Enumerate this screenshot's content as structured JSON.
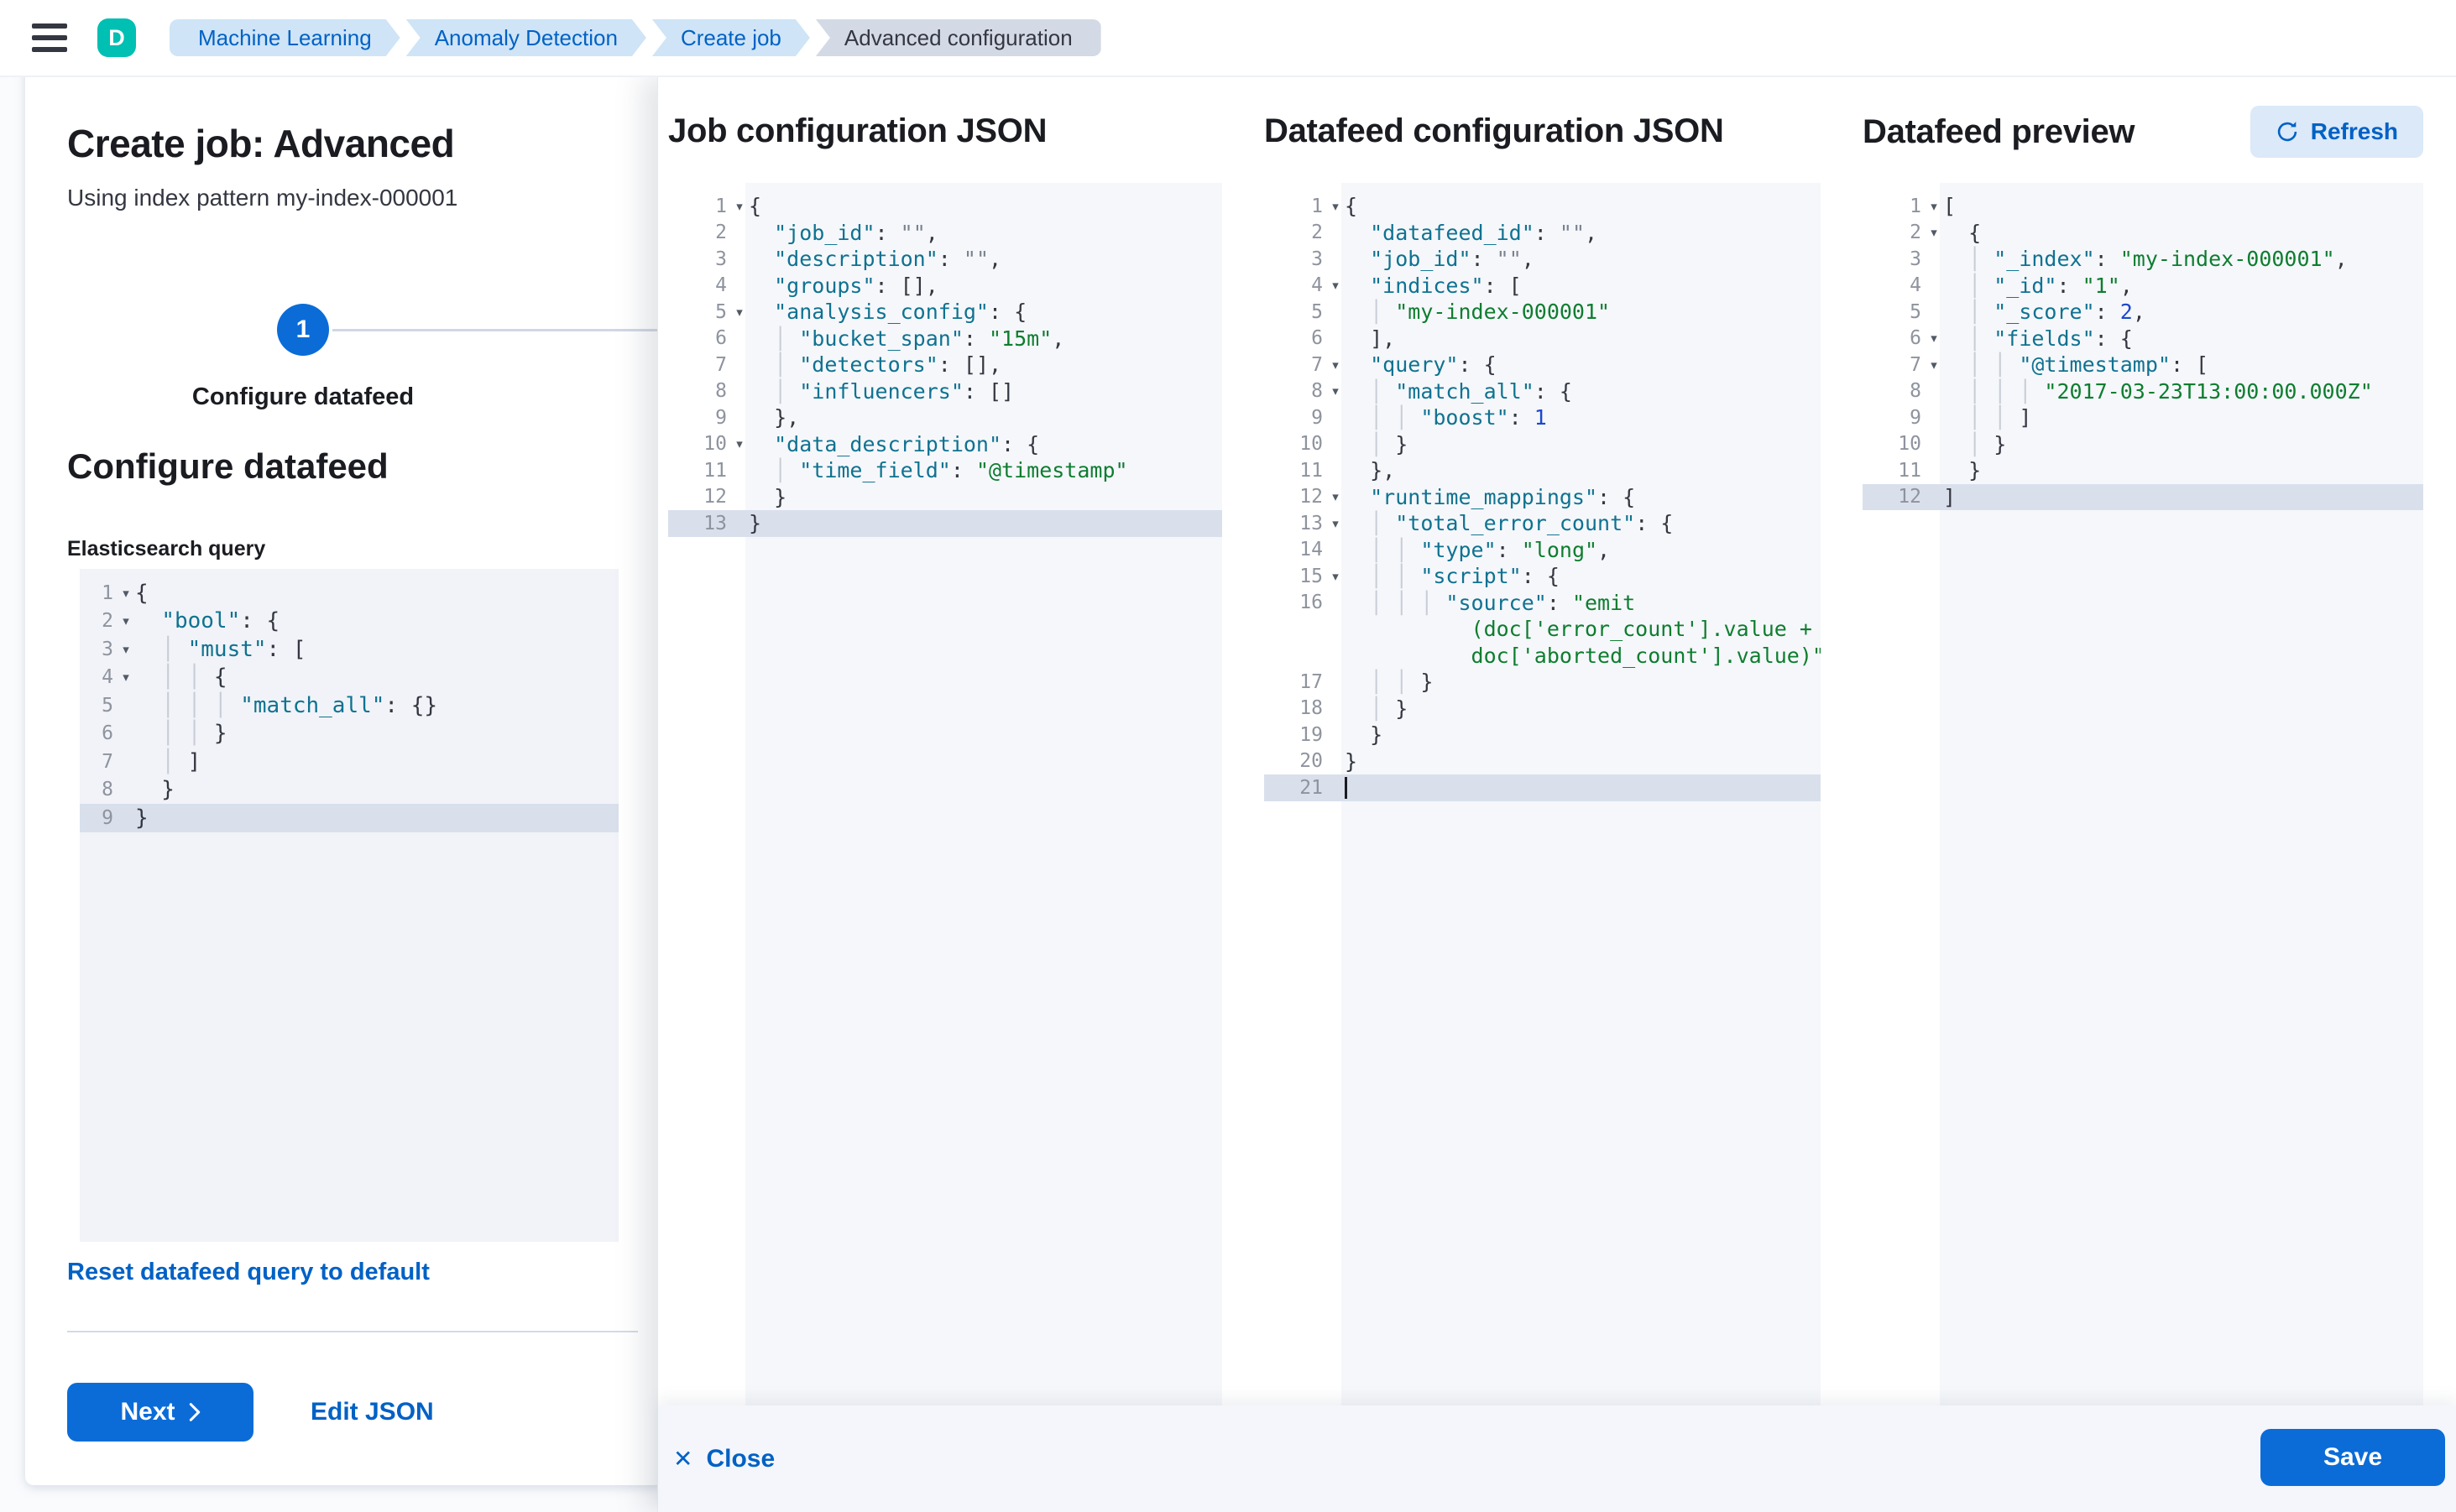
{
  "colors": {
    "primary_button": "#0b6cd8",
    "link": "#0061c5",
    "logo_badge": "#00bfb3",
    "breadcrumb_bg": "#cfe4f6",
    "breadcrumb_text": "#0061c5",
    "breadcrumb_current_bg": "#d3dae6",
    "breadcrumb_current_text": "#343741",
    "editor_bg": "#f5f7fa",
    "active_line_bg": "#d9e0ec",
    "token_key": "#0f7291",
    "token_string": "#0e7d30",
    "token_number": "#1c47cf",
    "token_empty_string": "#7a8190",
    "token_punctuation": "#343741",
    "indent_guide": "#c7ccd6",
    "line_number": "#8e939e",
    "step_circle": "#0b6cd8"
  },
  "icons": {
    "menu": "hamburger-icon",
    "refresh": "refresh-icon",
    "close": "close-icon",
    "next": "chevron-right-icon"
  },
  "header": {
    "logo_letter": "D",
    "breadcrumbs": [
      {
        "label": "Machine Learning",
        "current": false
      },
      {
        "label": "Anomaly Detection",
        "current": false
      },
      {
        "label": "Create job",
        "current": false
      },
      {
        "label": "Advanced configuration",
        "current": true
      }
    ]
  },
  "page": {
    "title": "Create job: Advanced",
    "subtitle": "Using index pattern my-index-000001",
    "step_number": "1",
    "step_label": "Configure datafeed",
    "section_heading": "Configure datafeed",
    "reset_link": "Reset datafeed query to default",
    "next_button": "Next",
    "edit_json_link": "Edit JSON"
  },
  "footer": {
    "close_label": "Close",
    "save_label": "Save"
  },
  "editors": {
    "es_query": {
      "label": "Elasticsearch query",
      "lines": [
        {
          "n": "1",
          "fold": 1,
          "seg": [
            [
              "p",
              "{"
            ]
          ]
        },
        {
          "n": "2",
          "fold": 1,
          "seg": [
            [
              "p",
              "  "
            ],
            [
              "k",
              "\"bool\""
            ],
            [
              "p",
              ": {"
            ]
          ]
        },
        {
          "n": "3",
          "fold": 1,
          "seg": [
            [
              "g",
              "  │ "
            ],
            [
              "k",
              "\"must\""
            ],
            [
              "p",
              ": ["
            ]
          ]
        },
        {
          "n": "4",
          "fold": 1,
          "seg": [
            [
              "g",
              "  │ │ "
            ],
            [
              "p",
              "{"
            ]
          ]
        },
        {
          "n": "5",
          "seg": [
            [
              "g",
              "  │ │ │ "
            ],
            [
              "k",
              "\"match_all\""
            ],
            [
              "p",
              ": {}"
            ]
          ]
        },
        {
          "n": "6",
          "seg": [
            [
              "g",
              "  │ │ "
            ],
            [
              "p",
              "}"
            ]
          ]
        },
        {
          "n": "7",
          "seg": [
            [
              "g",
              "  │ "
            ],
            [
              "p",
              "]"
            ]
          ]
        },
        {
          "n": "8",
          "seg": [
            [
              "p",
              "  }"
            ]
          ]
        },
        {
          "n": "9",
          "active": 1,
          "seg": [
            [
              "p",
              "}"
            ]
          ]
        }
      ]
    },
    "job_config": {
      "title": "Job configuration JSON",
      "lines": [
        {
          "n": "1",
          "fold": 1,
          "seg": [
            [
              "p",
              "{"
            ]
          ]
        },
        {
          "n": "2",
          "seg": [
            [
              "p",
              "  "
            ],
            [
              "k",
              "\"job_id\""
            ],
            [
              "p",
              ": "
            ],
            [
              "e",
              "\"\""
            ],
            [
              "p",
              ","
            ]
          ]
        },
        {
          "n": "3",
          "seg": [
            [
              "p",
              "  "
            ],
            [
              "k",
              "\"description\""
            ],
            [
              "p",
              ": "
            ],
            [
              "e",
              "\"\""
            ],
            [
              "p",
              ","
            ]
          ]
        },
        {
          "n": "4",
          "seg": [
            [
              "p",
              "  "
            ],
            [
              "k",
              "\"groups\""
            ],
            [
              "p",
              ": [],"
            ]
          ]
        },
        {
          "n": "5",
          "fold": 1,
          "seg": [
            [
              "p",
              "  "
            ],
            [
              "k",
              "\"analysis_config\""
            ],
            [
              "p",
              ": {"
            ]
          ]
        },
        {
          "n": "6",
          "seg": [
            [
              "g",
              "  │ "
            ],
            [
              "k",
              "\"bucket_span\""
            ],
            [
              "p",
              ": "
            ],
            [
              "s",
              "\"15m\""
            ],
            [
              "p",
              ","
            ]
          ]
        },
        {
          "n": "7",
          "seg": [
            [
              "g",
              "  │ "
            ],
            [
              "k",
              "\"detectors\""
            ],
            [
              "p",
              ": [],"
            ]
          ]
        },
        {
          "n": "8",
          "seg": [
            [
              "g",
              "  │ "
            ],
            [
              "k",
              "\"influencers\""
            ],
            [
              "p",
              ": []"
            ]
          ]
        },
        {
          "n": "9",
          "seg": [
            [
              "p",
              "  },"
            ]
          ]
        },
        {
          "n": "10",
          "fold": 1,
          "seg": [
            [
              "p",
              "  "
            ],
            [
              "k",
              "\"data_description\""
            ],
            [
              "p",
              ": {"
            ]
          ]
        },
        {
          "n": "11",
          "seg": [
            [
              "g",
              "  │ "
            ],
            [
              "k",
              "\"time_field\""
            ],
            [
              "p",
              ": "
            ],
            [
              "s",
              "\"@timestamp\""
            ]
          ]
        },
        {
          "n": "12",
          "seg": [
            [
              "p",
              "  }"
            ]
          ]
        },
        {
          "n": "13",
          "active": 1,
          "seg": [
            [
              "p",
              "}"
            ]
          ]
        }
      ]
    },
    "datafeed_config": {
      "title": "Datafeed configuration JSON",
      "lines": [
        {
          "n": "1",
          "fold": 1,
          "seg": [
            [
              "p",
              "{"
            ]
          ]
        },
        {
          "n": "2",
          "seg": [
            [
              "p",
              "  "
            ],
            [
              "k",
              "\"datafeed_id\""
            ],
            [
              "p",
              ": "
            ],
            [
              "e",
              "\"\""
            ],
            [
              "p",
              ","
            ]
          ]
        },
        {
          "n": "3",
          "seg": [
            [
              "p",
              "  "
            ],
            [
              "k",
              "\"job_id\""
            ],
            [
              "p",
              ": "
            ],
            [
              "e",
              "\"\""
            ],
            [
              "p",
              ","
            ]
          ]
        },
        {
          "n": "4",
          "fold": 1,
          "seg": [
            [
              "p",
              "  "
            ],
            [
              "k",
              "\"indices\""
            ],
            [
              "p",
              ": ["
            ]
          ]
        },
        {
          "n": "5",
          "seg": [
            [
              "g",
              "  │ "
            ],
            [
              "s",
              "\"my-index-000001\""
            ]
          ]
        },
        {
          "n": "6",
          "seg": [
            [
              "p",
              "  ],"
            ]
          ]
        },
        {
          "n": "7",
          "fold": 1,
          "seg": [
            [
              "p",
              "  "
            ],
            [
              "k",
              "\"query\""
            ],
            [
              "p",
              ": {"
            ]
          ]
        },
        {
          "n": "8",
          "fold": 1,
          "seg": [
            [
              "g",
              "  │ "
            ],
            [
              "k",
              "\"match_all\""
            ],
            [
              "p",
              ": {"
            ]
          ]
        },
        {
          "n": "9",
          "seg": [
            [
              "g",
              "  │ │ "
            ],
            [
              "k",
              "\"boost\""
            ],
            [
              "p",
              ": "
            ],
            [
              "n",
              "1"
            ]
          ]
        },
        {
          "n": "10",
          "seg": [
            [
              "g",
              "  │ "
            ],
            [
              "p",
              "}"
            ]
          ]
        },
        {
          "n": "11",
          "seg": [
            [
              "p",
              "  },"
            ]
          ]
        },
        {
          "n": "12",
          "fold": 1,
          "seg": [
            [
              "p",
              "  "
            ],
            [
              "k",
              "\"runtime_mappings\""
            ],
            [
              "p",
              ": {"
            ]
          ]
        },
        {
          "n": "13",
          "fold": 1,
          "seg": [
            [
              "g",
              "  │ "
            ],
            [
              "k",
              "\"total_error_count\""
            ],
            [
              "p",
              ": {"
            ]
          ]
        },
        {
          "n": "14",
          "seg": [
            [
              "g",
              "  │ │ "
            ],
            [
              "k",
              "\"type\""
            ],
            [
              "p",
              ": "
            ],
            [
              "s",
              "\"long\""
            ],
            [
              "p",
              ","
            ]
          ]
        },
        {
          "n": "15",
          "fold": 1,
          "seg": [
            [
              "g",
              "  │ │ "
            ],
            [
              "k",
              "\"script\""
            ],
            [
              "p",
              ": {"
            ]
          ]
        },
        {
          "n": "16",
          "seg": [
            [
              "g",
              "  │ │ │ "
            ],
            [
              "k",
              "\"source\""
            ],
            [
              "p",
              ": "
            ],
            [
              "s",
              "\"emit"
            ]
          ]
        },
        {
          "n": "",
          "seg": [
            [
              "s",
              "          (doc['error_count'].value +"
            ]
          ]
        },
        {
          "n": "",
          "seg": [
            [
              "s",
              "          doc['aborted_count'].value)\""
            ]
          ]
        },
        {
          "n": "17",
          "seg": [
            [
              "g",
              "  │ │ "
            ],
            [
              "p",
              "}"
            ]
          ]
        },
        {
          "n": "18",
          "seg": [
            [
              "g",
              "  │ "
            ],
            [
              "p",
              "}"
            ]
          ]
        },
        {
          "n": "19",
          "seg": [
            [
              "p",
              "  }"
            ]
          ]
        },
        {
          "n": "20",
          "seg": [
            [
              "p",
              "}"
            ]
          ]
        },
        {
          "n": "21",
          "active": 1,
          "cursor": 1,
          "seg": []
        }
      ]
    },
    "datafeed_preview": {
      "title": "Datafeed preview",
      "refresh_label": "Refresh",
      "lines": [
        {
          "n": "1",
          "fold": 1,
          "seg": [
            [
              "p",
              "["
            ]
          ]
        },
        {
          "n": "2",
          "fold": 1,
          "seg": [
            [
              "p",
              "  {"
            ]
          ]
        },
        {
          "n": "3",
          "seg": [
            [
              "g",
              "  │ "
            ],
            [
              "k",
              "\"_index\""
            ],
            [
              "p",
              ": "
            ],
            [
              "s",
              "\"my-index-000001\""
            ],
            [
              "p",
              ","
            ]
          ]
        },
        {
          "n": "4",
          "seg": [
            [
              "g",
              "  │ "
            ],
            [
              "k",
              "\"_id\""
            ],
            [
              "p",
              ": "
            ],
            [
              "s",
              "\"1\""
            ],
            [
              "p",
              ","
            ]
          ]
        },
        {
          "n": "5",
          "seg": [
            [
              "g",
              "  │ "
            ],
            [
              "k",
              "\"_score\""
            ],
            [
              "p",
              ": "
            ],
            [
              "n",
              "2"
            ],
            [
              "p",
              ","
            ]
          ]
        },
        {
          "n": "6",
          "fold": 1,
          "seg": [
            [
              "g",
              "  │ "
            ],
            [
              "k",
              "\"fields\""
            ],
            [
              "p",
              ": {"
            ]
          ]
        },
        {
          "n": "7",
          "fold": 1,
          "seg": [
            [
              "g",
              "  │ │ "
            ],
            [
              "k",
              "\"@timestamp\""
            ],
            [
              "p",
              ": ["
            ]
          ]
        },
        {
          "n": "8",
          "seg": [
            [
              "g",
              "  │ │ │ "
            ],
            [
              "s",
              "\"2017-03-23T13:00:00.000Z\""
            ]
          ]
        },
        {
          "n": "9",
          "seg": [
            [
              "g",
              "  │ │ "
            ],
            [
              "p",
              "]"
            ]
          ]
        },
        {
          "n": "10",
          "seg": [
            [
              "g",
              "  │ "
            ],
            [
              "p",
              "}"
            ]
          ]
        },
        {
          "n": "11",
          "seg": [
            [
              "p",
              "  }"
            ]
          ]
        },
        {
          "n": "12",
          "active": 1,
          "seg": [
            [
              "p",
              "]"
            ]
          ]
        }
      ]
    }
  }
}
